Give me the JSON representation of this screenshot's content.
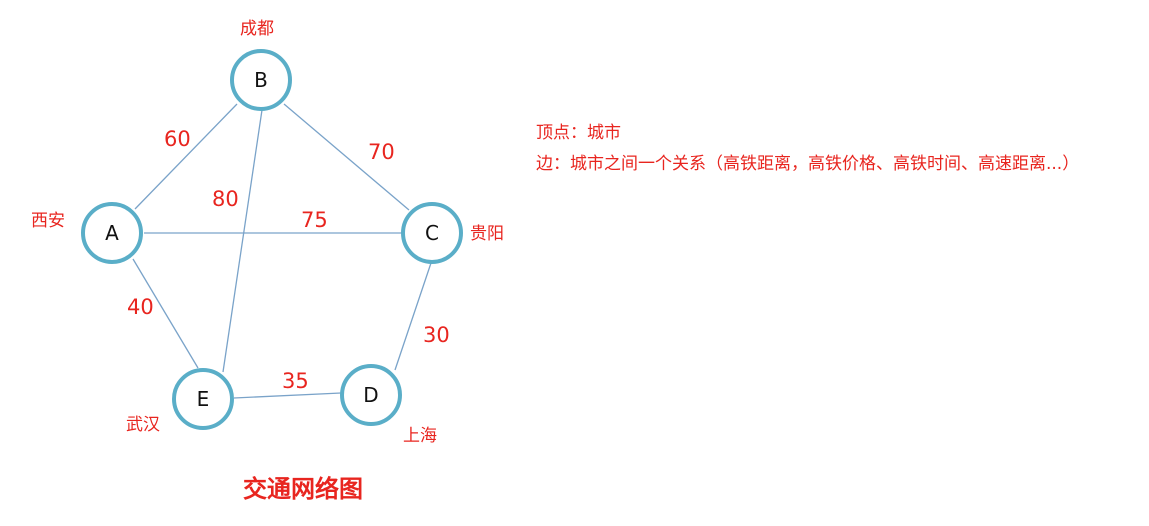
{
  "diagram": {
    "title": "交通网络图",
    "nodes": [
      {
        "id": "A",
        "label": "A",
        "city": "西安"
      },
      {
        "id": "B",
        "label": "B",
        "city": "成都"
      },
      {
        "id": "C",
        "label": "C",
        "city": "贵阳"
      },
      {
        "id": "D",
        "label": "D",
        "city": "上海"
      },
      {
        "id": "E",
        "label": "E",
        "city": "武汉"
      }
    ],
    "edges": [
      {
        "from": "A",
        "to": "B",
        "weight": "60"
      },
      {
        "from": "B",
        "to": "C",
        "weight": "70"
      },
      {
        "from": "B",
        "to": "E",
        "weight": "80"
      },
      {
        "from": "A",
        "to": "C",
        "weight": "75"
      },
      {
        "from": "A",
        "to": "E",
        "weight": "40"
      },
      {
        "from": "C",
        "to": "D",
        "weight": "30"
      },
      {
        "from": "E",
        "to": "D",
        "weight": "35"
      }
    ],
    "colors": {
      "accent": "#e8251f",
      "node_stroke": "#5aaec8",
      "edge": "#7aa3c9"
    }
  },
  "notes": {
    "vertex": "顶点：城市",
    "edge": "边：城市之间一个关系（高铁距离，高铁价格、高铁时间、高速距离...）"
  }
}
